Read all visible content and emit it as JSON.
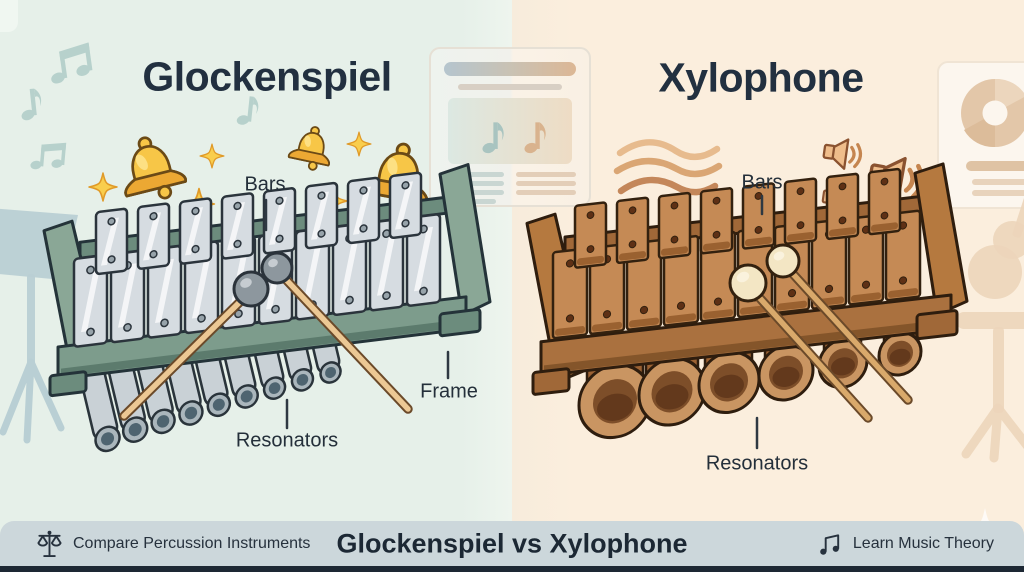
{
  "left_panel": {
    "title": "Glockenspiel",
    "labels": {
      "bars": "Bars",
      "frame": "Frame",
      "resonators": "Resonators"
    },
    "decorations": [
      "music-note-icon",
      "music-stand-silhouette",
      "bell-icon",
      "sparkle-icon"
    ]
  },
  "right_panel": {
    "title": "Xylophone",
    "labels": {
      "bars": "Bars",
      "resonators": "Resonators"
    },
    "decorations": [
      "sound-wave-icon",
      "speaker-icon",
      "poster-card",
      "album-card",
      "stool-silhouette",
      "guitar-silhouette"
    ]
  },
  "footer": {
    "left_item": {
      "icon": "scales-icon",
      "label": "Compare Percussion Instruments"
    },
    "center_title": "Glockenspiel vs Xylophone",
    "right_item": {
      "icon": "music-note-icon",
      "label": "Learn Music Theory"
    }
  },
  "colors": {
    "left_bg": "#e6f0e9",
    "right_bg": "#fbeedd",
    "title_text": "#223040",
    "label_text": "#242f3a",
    "footer_bg": "#ccd7db",
    "footer_strip": "#1d2834",
    "bell_gold": "#f7c647",
    "metal_bar": "#d6dce1",
    "green_frame": "#7d9c8c",
    "wood_bar": "#c58a55",
    "wood_frame": "#aa713f"
  }
}
